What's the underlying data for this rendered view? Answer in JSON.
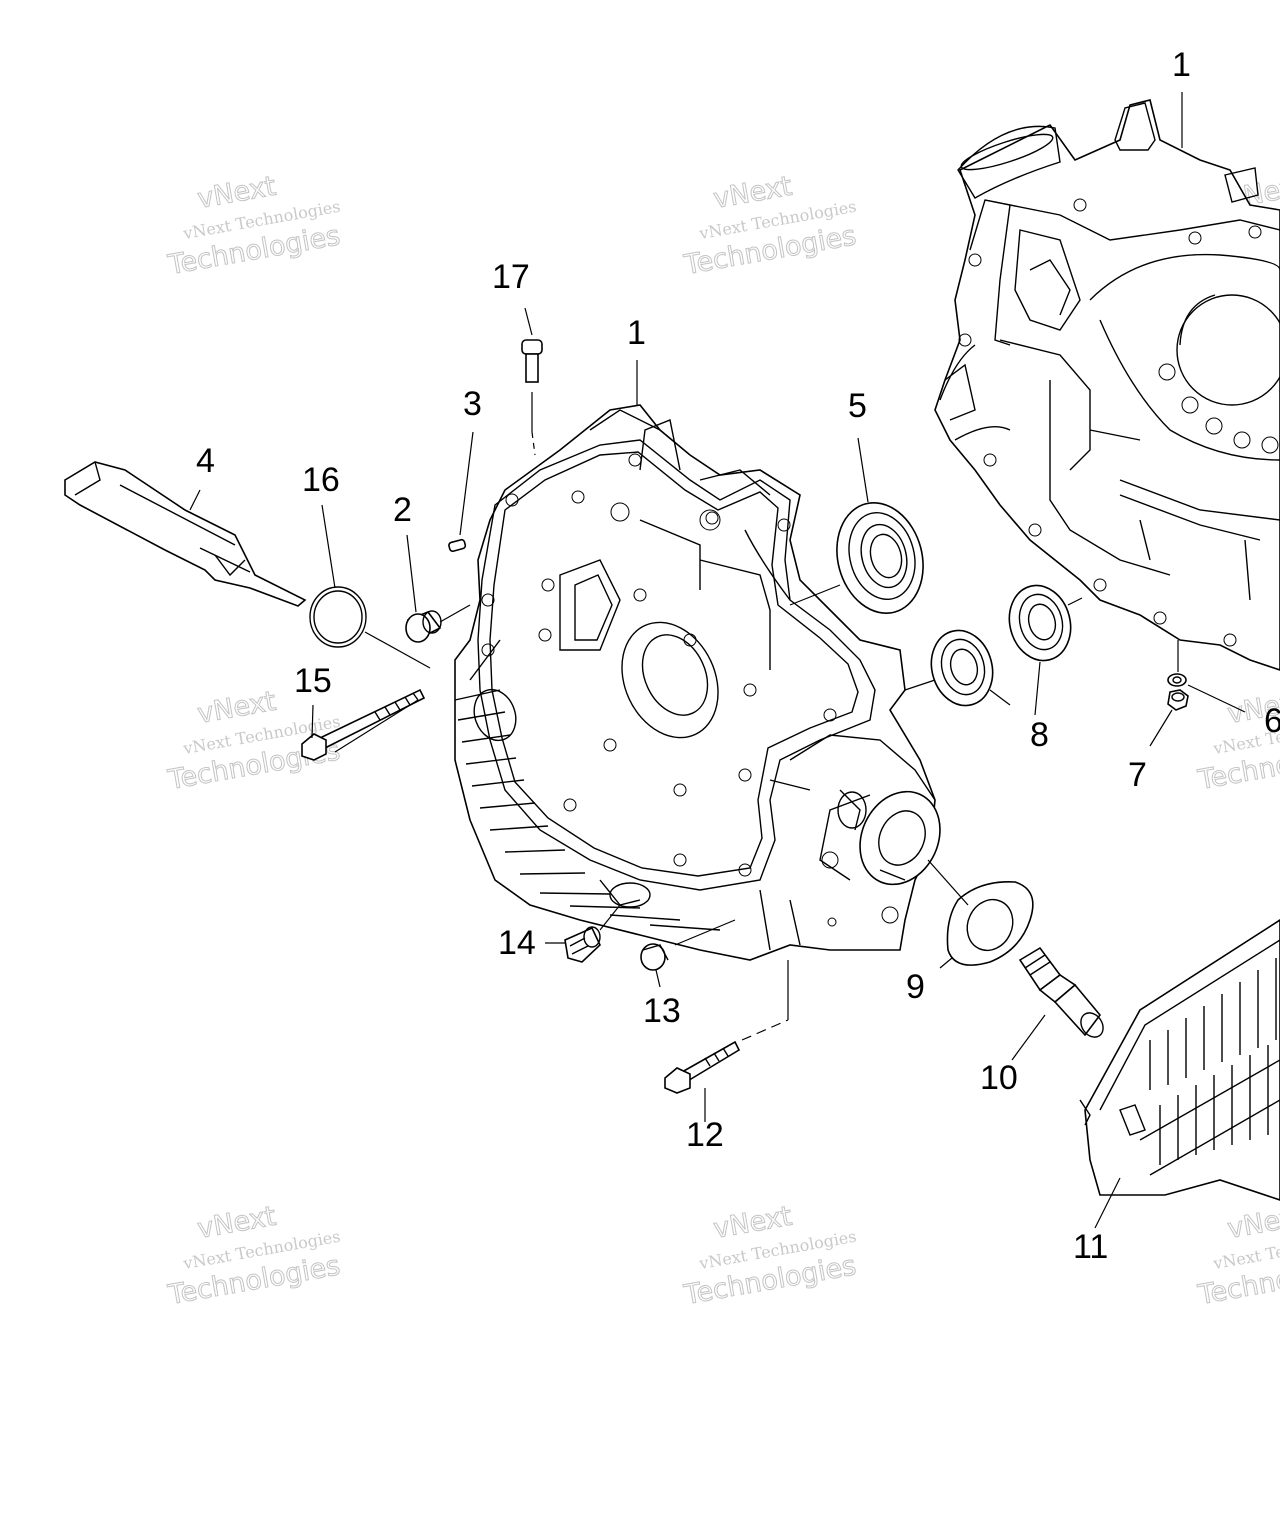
{
  "watermark": {
    "small_text": "vNext Technologies",
    "big_text_1": "vNext",
    "big_text_2": "Technologies"
  },
  "callouts": {
    "c1_right": "1",
    "c1_left": "1",
    "c2": "2",
    "c3": "3",
    "c4": "4",
    "c5": "5",
    "c6": "6",
    "c7": "7",
    "c8": "8",
    "c9": "9",
    "c10": "10",
    "c11": "11",
    "c12": "12",
    "c13": "13",
    "c14": "14",
    "c15": "15",
    "c16": "16",
    "c17": "17"
  }
}
